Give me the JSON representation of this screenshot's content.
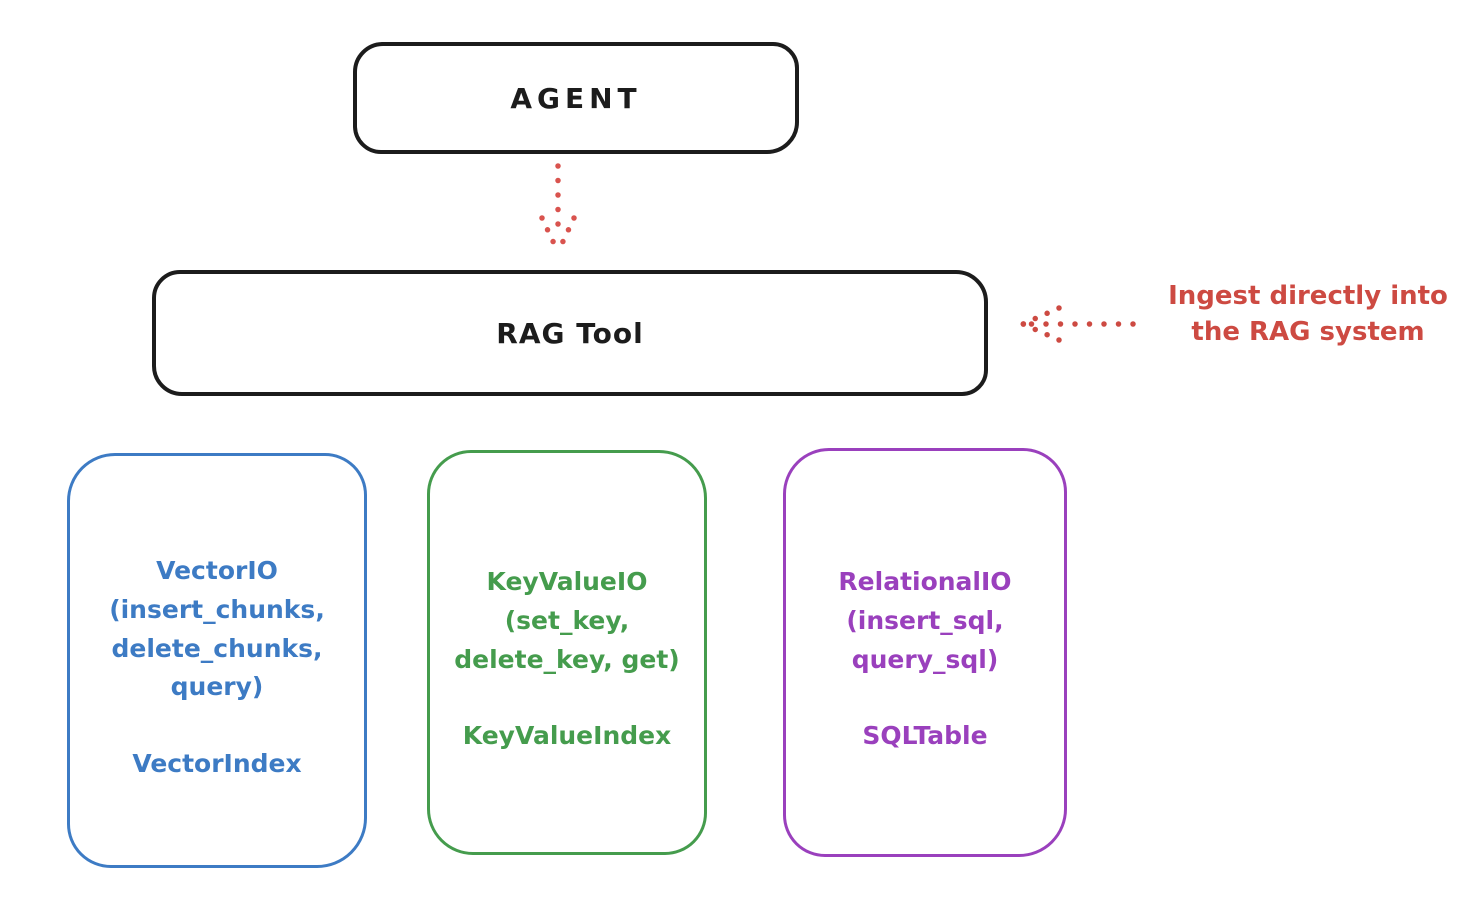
{
  "diagram": {
    "background_color": "#ffffff",
    "ink_color": "#1c1c1c",
    "agent": {
      "label": "AGENT"
    },
    "rag_tool": {
      "label": "RAG Tool"
    },
    "annotation": {
      "lines": [
        "Ingest directly into",
        "the RAG system"
      ],
      "color": "#cd4a42"
    },
    "arrows": {
      "agent_to_rag": {
        "style": "dotted",
        "direction": "down",
        "color": "#d9534e"
      },
      "annotation_to_rag": {
        "style": "dotted",
        "direction": "left",
        "color": "#cd4a42"
      }
    },
    "storage_boxes": [
      {
        "api": "VectorIO",
        "methods": "(insert_chunks, delete_chunks, query)",
        "index": "VectorIndex",
        "color": "#3d7bc4"
      },
      {
        "api": "KeyValueIO",
        "methods": "(set_key, delete_key, get)",
        "index": "KeyValueIndex",
        "color": "#459c4d"
      },
      {
        "api": "RelationalIO",
        "methods": "(insert_sql, query_sql)",
        "index": "SQLTable",
        "color": "#9a40bd"
      }
    ]
  }
}
